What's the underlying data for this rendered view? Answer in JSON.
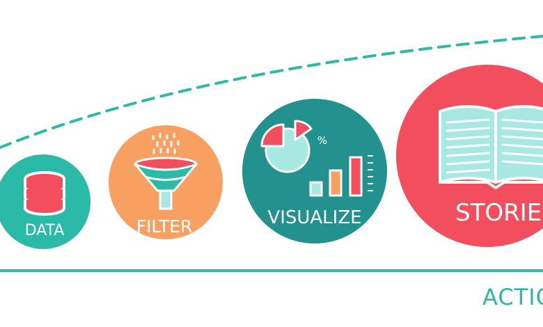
{
  "colors": {
    "teal": "#2cbaa8",
    "dark_teal": "#23928f",
    "orange": "#f7a061",
    "red": "#f24e5e",
    "light_teal": "#a8e8e2",
    "white": "#ffffff"
  },
  "stages": [
    {
      "label": "DATA",
      "icon": "database-icon"
    },
    {
      "label": "FILTER",
      "icon": "funnel-icon"
    },
    {
      "label": "VISUALIZE",
      "icon": "charts-icon"
    },
    {
      "label": "STORIES",
      "icon": "open-book-icon"
    }
  ],
  "pie_label": "%",
  "axis_caption": "ACTIO"
}
